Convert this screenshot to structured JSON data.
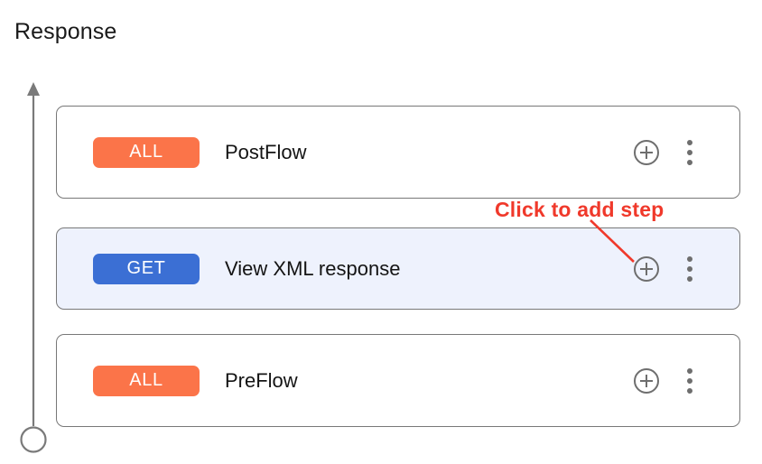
{
  "page": {
    "title": "Response",
    "background": "#ffffff"
  },
  "colors": {
    "verb_all": "#fb7449",
    "verb_get": "#3b6fd4",
    "selected_row_background": "#eef2fd",
    "card_border": "#787878",
    "annotation_red": "#f0392b",
    "icon_gray": "#6e6e6e",
    "timeline_gray": "#7a7a7a"
  },
  "timeline": {
    "icon_arrow": "up-arrow-icon",
    "icon_endpoint": "circle-endpoint-icon"
  },
  "flow_rows": [
    {
      "verb": "ALL",
      "verb_style": "all",
      "name": "PostFlow",
      "selected": false,
      "add_icon": "plus-circle-icon",
      "menu_icon": "kebab-menu-icon"
    },
    {
      "verb": "GET",
      "verb_style": "get",
      "name": "View XML response",
      "selected": true,
      "add_icon": "plus-circle-icon",
      "menu_icon": "kebab-menu-icon"
    },
    {
      "verb": "ALL",
      "verb_style": "all",
      "name": "PreFlow",
      "selected": false,
      "add_icon": "plus-circle-icon",
      "menu_icon": "kebab-menu-icon"
    }
  ],
  "callout": {
    "text": "Click to add step",
    "pointer_icon": "leader-line-icon"
  }
}
